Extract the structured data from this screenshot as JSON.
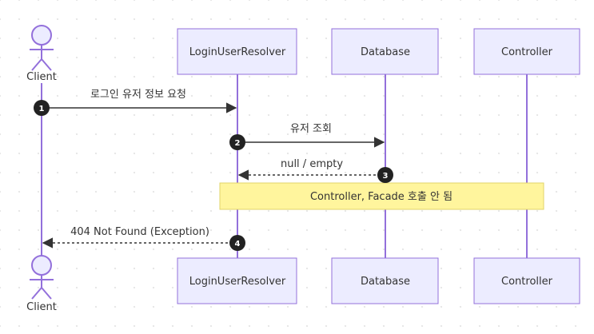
{
  "participants": {
    "client": "Client",
    "resolver": "LoginUserResolver",
    "database": "Database",
    "controller": "Controller"
  },
  "messages": [
    {
      "number": "1",
      "text": "로그인 유저 정보 요청"
    },
    {
      "number": "2",
      "text": "유저 조회"
    },
    {
      "number": "3",
      "text": "null / empty"
    },
    {
      "number": "4",
      "text": "404 Not Found (Exception)"
    }
  ],
  "note": {
    "text": "Controller, Facade 호출 안 됨"
  },
  "colors": {
    "participant_fill": "#ECECFF",
    "participant_border": "#9370DB",
    "note_fill": "#FFF59D",
    "badge": "#222222"
  }
}
